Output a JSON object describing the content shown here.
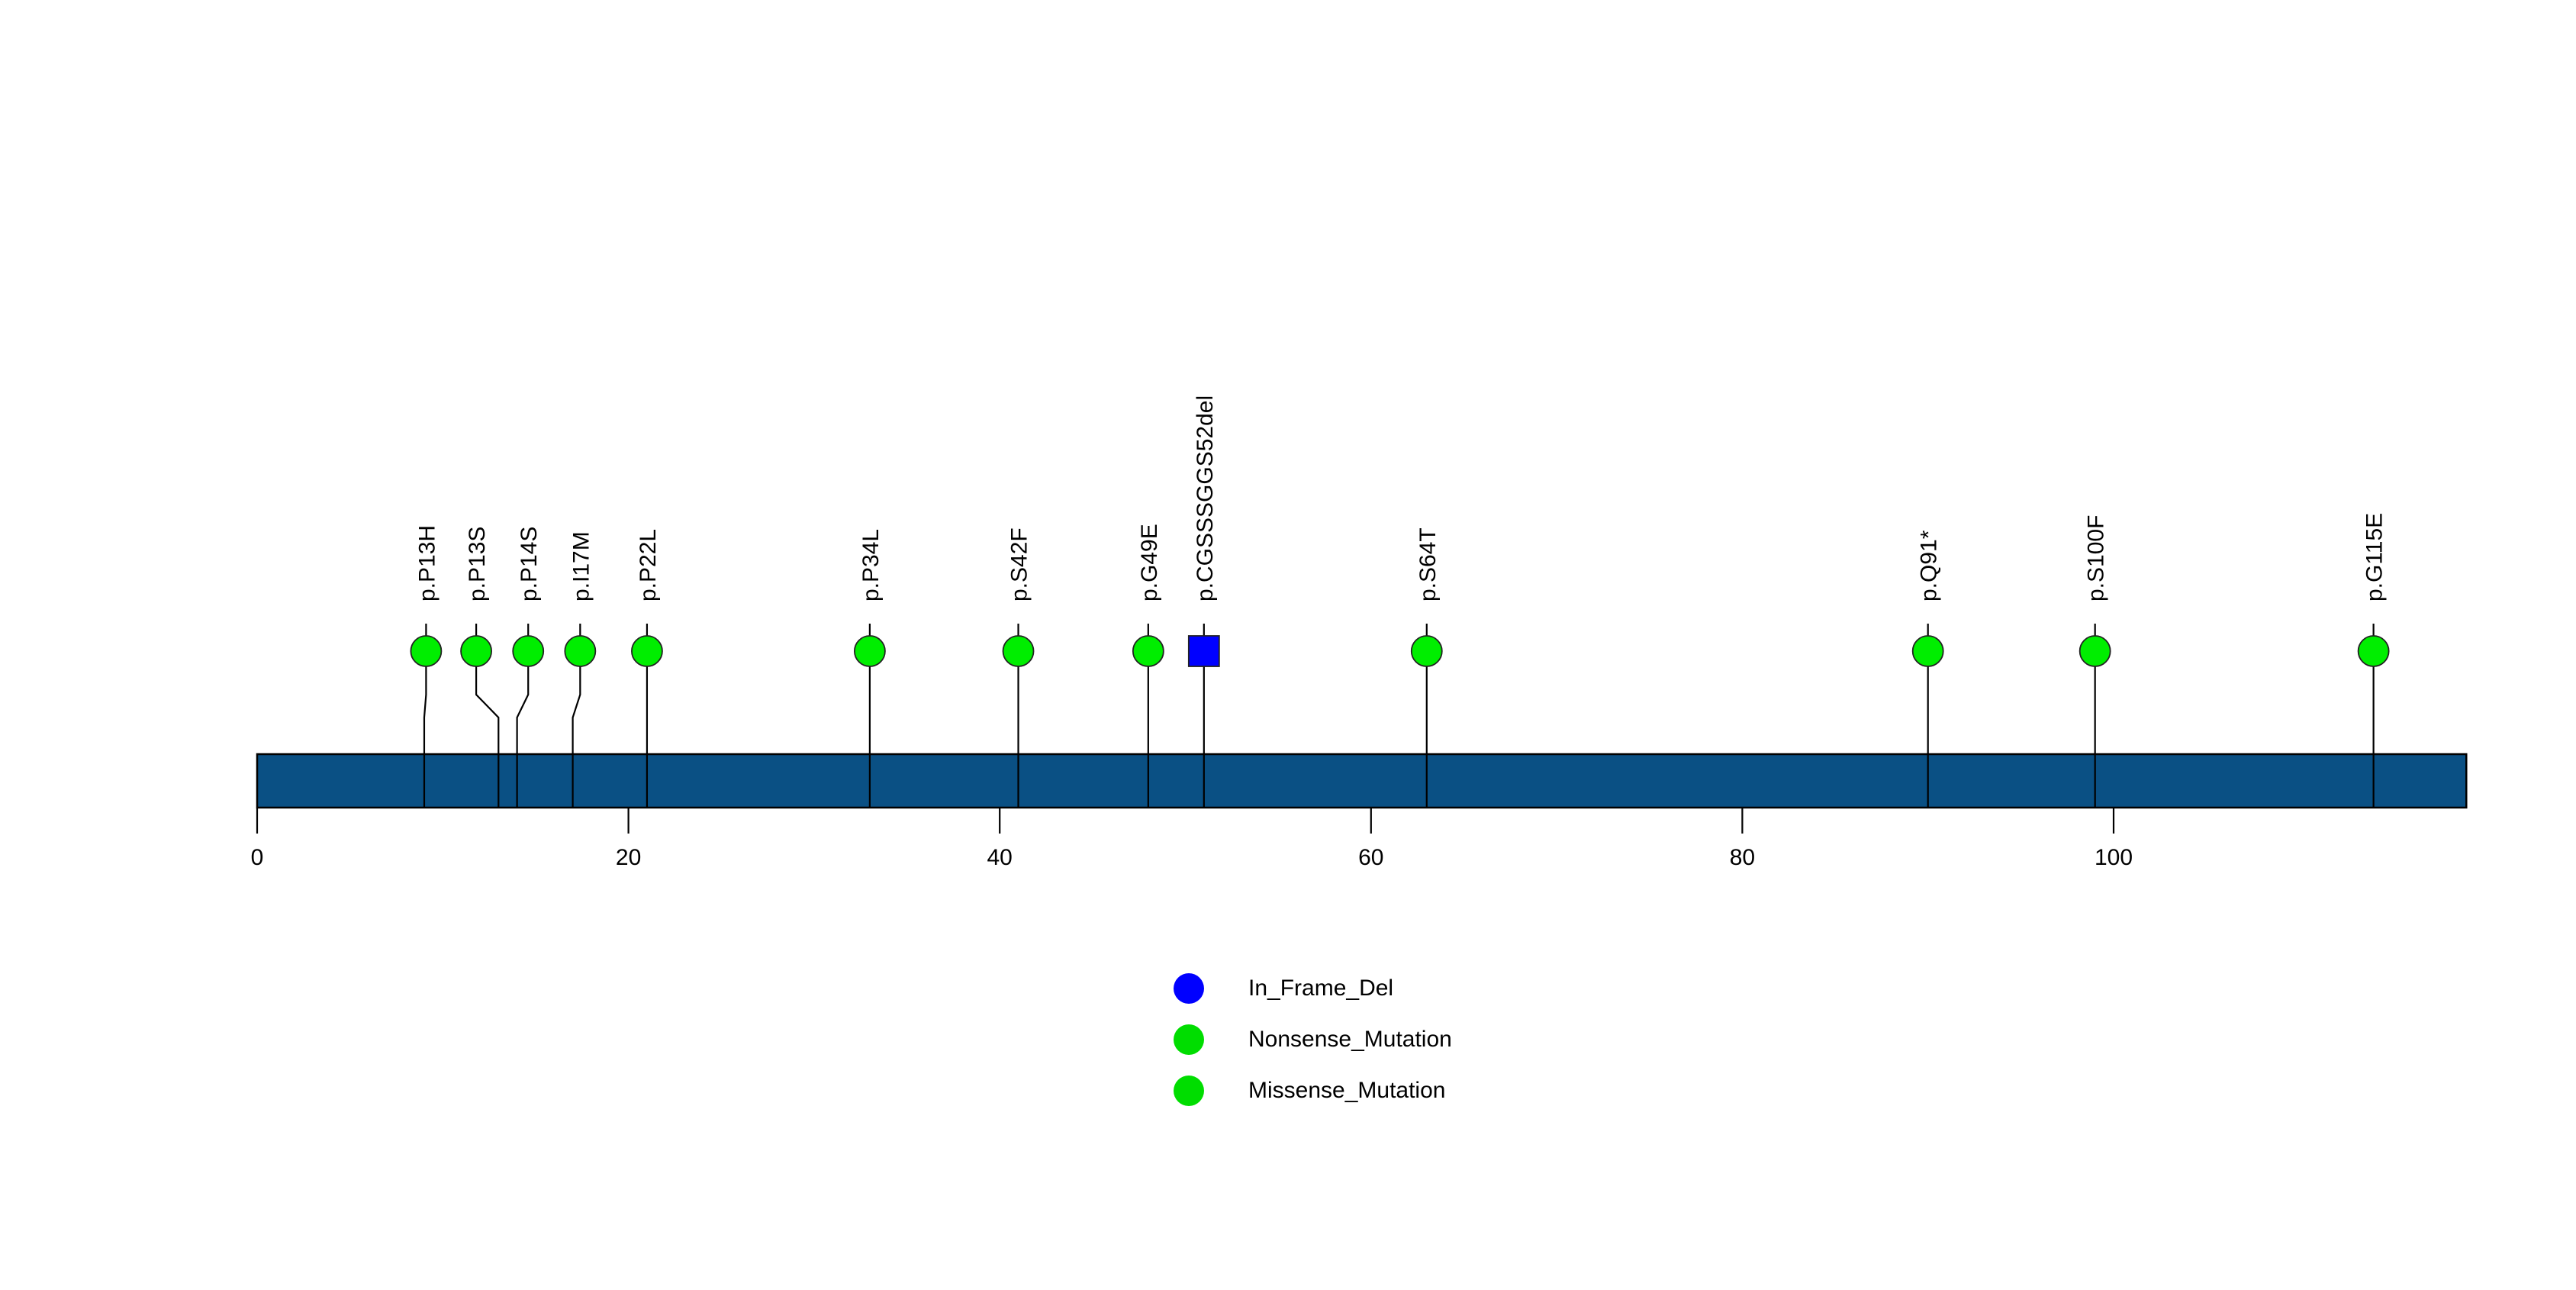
{
  "chart_data": {
    "type": "lollipop",
    "title": "",
    "xlabel": "",
    "ylabel": "",
    "xlim": [
      0,
      119
    ],
    "x_ticks": [
      0,
      20,
      40,
      60,
      80,
      100
    ],
    "x_tick_labels": [
      "0",
      "20",
      "40",
      "60",
      "80",
      "100"
    ],
    "grid": false,
    "protein_track": {
      "name": "protein-backbone",
      "start": 0,
      "end": 119,
      "color": "#0A5084",
      "border_color": "#000000"
    },
    "legend": {
      "position": "bottom-center",
      "entries": [
        {
          "label": "In_Frame_Del",
          "color": "#0000FF",
          "shape": "circle"
        },
        {
          "label": "Nonsense_Mutation",
          "color": "#00DD00",
          "shape": "circle"
        },
        {
          "label": "Missense_Mutation",
          "color": "#00DD00",
          "shape": "circle"
        }
      ]
    },
    "mutations": [
      {
        "label": "p.P13H",
        "position": 9,
        "label_x": 9.1,
        "type": "Missense_Mutation",
        "color": "#00EE00",
        "shape": "circle",
        "count": 1
      },
      {
        "label": "p.P13S",
        "position": 13,
        "label_x": 11.8,
        "type": "Missense_Mutation",
        "color": "#00EE00",
        "shape": "circle",
        "count": 1
      },
      {
        "label": "p.P14S",
        "position": 14,
        "label_x": 14.6,
        "type": "Missense_Mutation",
        "color": "#00EE00",
        "shape": "circle",
        "count": 1
      },
      {
        "label": "p.I17M",
        "position": 17,
        "label_x": 17.4,
        "type": "Missense_Mutation",
        "color": "#00EE00",
        "shape": "circle",
        "count": 1
      },
      {
        "label": "p.P22L",
        "position": 21,
        "label_x": 21.0,
        "type": "Missense_Mutation",
        "color": "#00EE00",
        "shape": "circle",
        "count": 1
      },
      {
        "label": "p.P34L",
        "position": 33,
        "label_x": 33.0,
        "type": "Missense_Mutation",
        "color": "#00EE00",
        "shape": "circle",
        "count": 1
      },
      {
        "label": "p.S42F",
        "position": 41,
        "label_x": 41.0,
        "type": "Missense_Mutation",
        "color": "#00EE00",
        "shape": "circle",
        "count": 1
      },
      {
        "label": "p.G49E",
        "position": 48,
        "label_x": 48.0,
        "type": "Missense_Mutation",
        "color": "#00EE00",
        "shape": "circle",
        "count": 1
      },
      {
        "label": "p.CGSSSGGS52del",
        "position": 51,
        "label_x": 51.0,
        "type": "In_Frame_Del",
        "color": "#0000FF",
        "shape": "square",
        "count": 1
      },
      {
        "label": "p.S64T",
        "position": 63,
        "label_x": 63.0,
        "type": "Missense_Mutation",
        "color": "#00EE00",
        "shape": "circle",
        "count": 1
      },
      {
        "label": "p.Q91*",
        "position": 90,
        "label_x": 90.0,
        "type": "Nonsense_Mutation",
        "color": "#00EE00",
        "shape": "circle",
        "count": 1
      },
      {
        "label": "p.S100F",
        "position": 99,
        "label_x": 99.0,
        "type": "Missense_Mutation",
        "color": "#00EE00",
        "shape": "circle",
        "count": 1
      },
      {
        "label": "p.G115E",
        "position": 114,
        "label_x": 114.0,
        "type": "Missense_Mutation",
        "color": "#00EE00",
        "shape": "circle",
        "count": 1
      }
    ]
  },
  "colors": {
    "backbone": "#0A5084",
    "in_frame_del": "#0000FF",
    "nonsense": "#00EE00",
    "missense": "#00EE00",
    "axis": "#000000",
    "background": "#ffffff"
  }
}
